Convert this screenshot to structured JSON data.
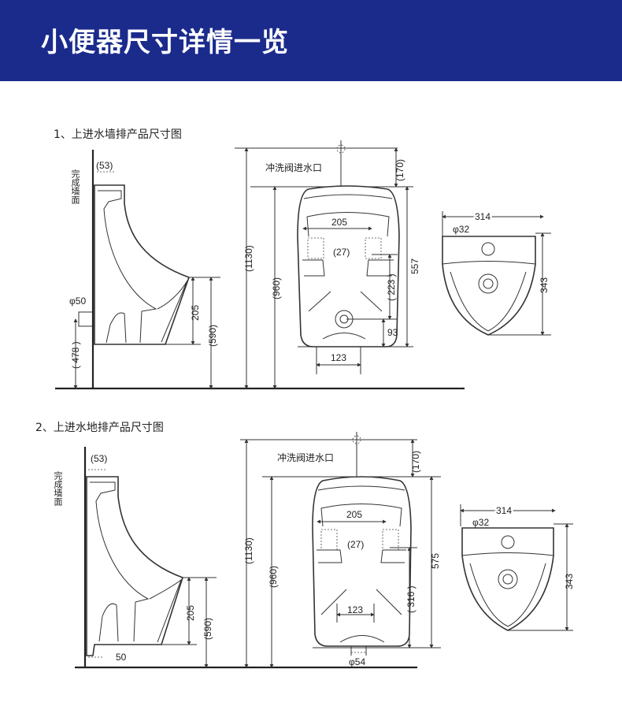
{
  "header": {
    "title": "小便器尺寸详情一览",
    "color": "#1b2b8c"
  },
  "wall_label": "完成墙面",
  "sections": [
    {
      "title": "1、上进水墙排产品尺寸图",
      "inlet_label": "冲洗阀进水口",
      "side": {
        "d53": "(53)",
        "phi50": "φ50",
        "d478": "( 478 )",
        "d205": "205",
        "d590": "(590)"
      },
      "front": {
        "d1130": "(1130)",
        "d960": "(960)",
        "d170": "(170)",
        "d557": "557",
        "d205": "205",
        "d27": "(27)",
        "d223": "( 223 )",
        "d93": "93",
        "d123": "123"
      },
      "top": {
        "d314": "314",
        "phi32": "φ32",
        "d343": "343"
      }
    },
    {
      "title": "2、上进水地排产品尺寸图",
      "inlet_label": "冲洗阀进水口",
      "side": {
        "d53": "(53)",
        "d50": "50",
        "d205": "205",
        "d590": "(590)"
      },
      "front": {
        "d1130": "(1130)",
        "d960": "(960)",
        "d170": "(170)",
        "d575": "575",
        "d205": "205",
        "d27": "(27)",
        "d316": "( 316 )",
        "d123": "123",
        "phi54": "φ54"
      },
      "top": {
        "d314": "314",
        "phi32": "φ32",
        "d343": "343"
      }
    }
  ]
}
